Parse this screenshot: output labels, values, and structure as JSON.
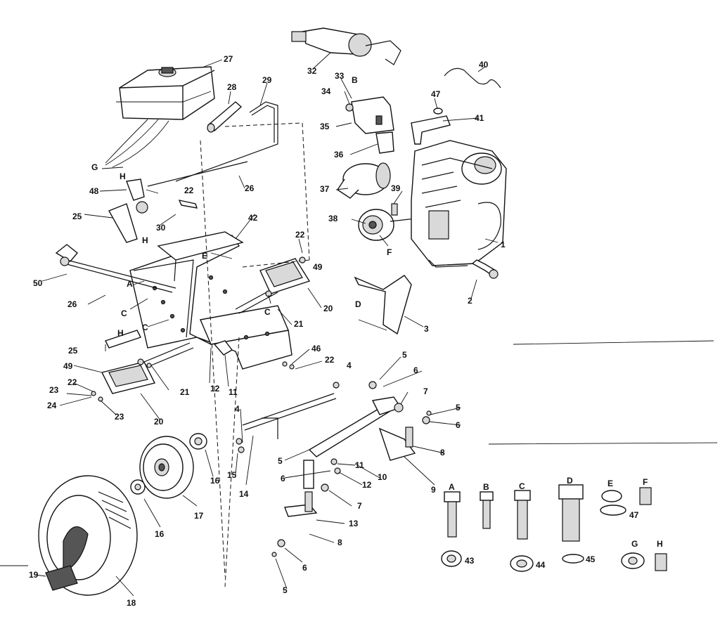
{
  "labels": {
    "l1": "1",
    "l2": "2",
    "l3": "3",
    "l4a": "4",
    "l4b": "4",
    "l5a": "5",
    "l5b": "5",
    "l5c": "5",
    "l5d": "5",
    "l6a": "6",
    "l6b": "6",
    "l6c": "6",
    "l6d": "6",
    "l7a": "7",
    "l7b": "7",
    "l8a": "8",
    "l8b": "8",
    "l9": "9",
    "l10": "10",
    "l11a": "11",
    "l11b": "11",
    "l12a": "12",
    "l12b": "12",
    "l13": "13",
    "l14": "14",
    "l15": "15",
    "l16a": "16",
    "l16b": "16",
    "l17": "17",
    "l18": "18",
    "l19": "19",
    "l20a": "20",
    "l20b": "20",
    "l21a": "21",
    "l21b": "21",
    "l22a": "22",
    "l22b": "22",
    "l22c": "22",
    "l22d": "22",
    "l23a": "23",
    "l23b": "23",
    "l24": "24",
    "l25a": "25",
    "l25b": "25",
    "l26a": "26",
    "l26b": "26",
    "l27": "27",
    "l28": "28",
    "l29": "29",
    "l30": "30",
    "l32": "32",
    "l33": "33",
    "l34": "34",
    "l35": "35",
    "l36": "36",
    "l37": "37",
    "l38": "38",
    "l39": "39",
    "l40": "40",
    "l41": "41",
    "l42": "42",
    "l43": "43",
    "l44": "44",
    "l45": "45",
    "l46": "46",
    "l47a": "47",
    "l47b": "47",
    "l48": "48",
    "l49a": "49",
    "l49b": "49",
    "l50": "50",
    "A1": "A",
    "B1": "B",
    "C1": "C",
    "C2": "C",
    "C3": "C",
    "D1": "D",
    "E1": "E",
    "F1": "F",
    "G1": "G",
    "H1": "H",
    "H2": "H",
    "H3": "H",
    "kA": "A",
    "kB": "B",
    "kC": "C",
    "kD": "D",
    "kE": "E",
    "kF": "F",
    "kG": "G",
    "kH": "H"
  }
}
